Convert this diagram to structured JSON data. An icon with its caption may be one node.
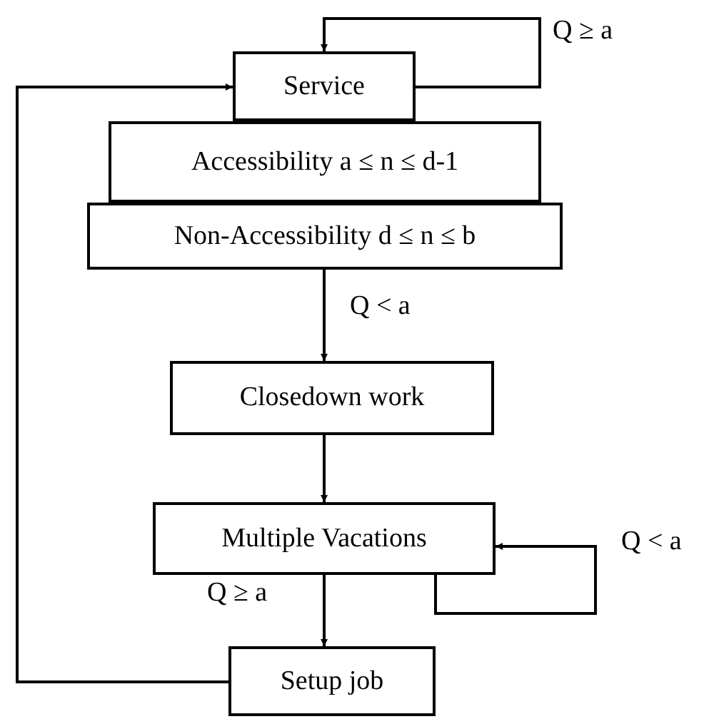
{
  "diagram": {
    "nodes": [
      {
        "text": [
          "Service"
        ]
      },
      {
        "text": [
          "Accessibility a ≤ n ≤ d-1"
        ]
      },
      {
        "text": [
          "Non-Accessibility d ≤ n ≤ b"
        ]
      },
      {
        "text": [
          "Closedown work"
        ]
      },
      {
        "text": [
          "Multiple Vacations"
        ]
      },
      {
        "text": [
          "Setup job"
        ]
      }
    ],
    "edges": [
      {
        "from": 0,
        "to": 0,
        "arrow": "to",
        "label": "Q ≥ a"
      },
      {
        "from": 2,
        "to": 3,
        "arrow": "to",
        "label": "Q < a"
      },
      {
        "from": 3,
        "to": 4,
        "arrow": "to"
      },
      {
        "from": 4,
        "to": 4,
        "arrow": "to",
        "label": "Q < a"
      },
      {
        "from": 4,
        "to": 5,
        "arrow": "to",
        "label": "Q ≥ a"
      },
      {
        "from": 5,
        "to": 0,
        "arrow": "to"
      }
    ]
  }
}
